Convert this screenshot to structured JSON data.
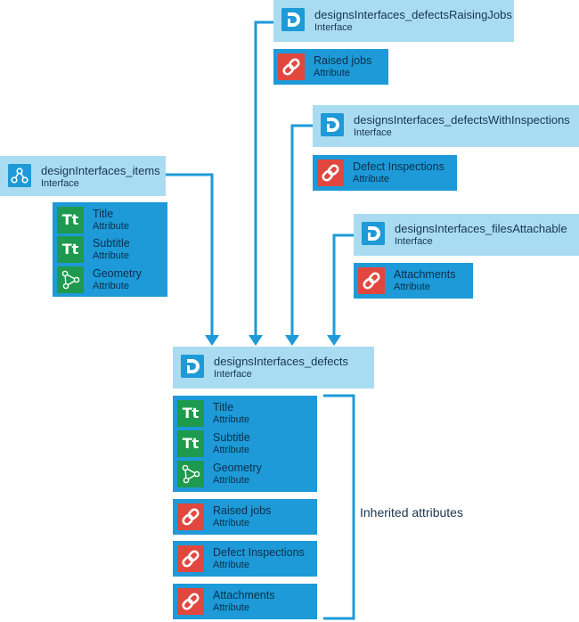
{
  "colors": {
    "interface_bg": "#a9dcf1",
    "attributes_bg": "#1d9ad7",
    "connector": "#1d9ad7",
    "text_attribute_icon": "#1e9a4e",
    "link_attribute_icon": "#e2473f"
  },
  "interfaces": {
    "items": {
      "name": "designInterfaces_items",
      "kind": "Interface",
      "icon": "node-graph-icon",
      "attributes": [
        {
          "label": "Title",
          "type": "Attribute",
          "icon": "tt-text-icon"
        },
        {
          "label": "Subtitle",
          "type": "Attribute",
          "icon": "tt-text-icon"
        },
        {
          "label": "Geometry",
          "type": "Attribute",
          "icon": "geometry-icon"
        }
      ]
    },
    "raising_jobs": {
      "name": "designsInterfaces_defectsRaisingJobs",
      "kind": "Interface",
      "icon": "design-interface-icon",
      "attributes": [
        {
          "label": "Raised jobs",
          "type": "Attribute",
          "icon": "link-icon"
        }
      ]
    },
    "with_inspections": {
      "name": "designsInterfaces_defectsWithInspections",
      "kind": "Interface",
      "icon": "design-interface-icon",
      "attributes": [
        {
          "label": "Defect Inspections",
          "type": "Attribute",
          "icon": "link-icon"
        }
      ]
    },
    "files_attachable": {
      "name": "designsInterfaces_filesAttachable",
      "kind": "Interface",
      "icon": "design-interface-icon",
      "attributes": [
        {
          "label": "Attachments",
          "type": "Attribute",
          "icon": "link-icon"
        }
      ]
    },
    "defects": {
      "name": "designsInterfaces_defects",
      "kind": "Interface",
      "icon": "design-interface-icon",
      "groups": [
        [
          {
            "label": "Title",
            "type": "Attribute",
            "icon": "tt-text-icon"
          },
          {
            "label": "Subtitle",
            "type": "Attribute",
            "icon": "tt-text-icon"
          },
          {
            "label": "Geometry",
            "type": "Attribute",
            "icon": "geometry-icon"
          }
        ],
        [
          {
            "label": "Raised jobs",
            "type": "Attribute",
            "icon": "link-icon"
          }
        ],
        [
          {
            "label": "Defect Inspections",
            "type": "Attribute",
            "icon": "link-icon"
          }
        ],
        [
          {
            "label": "Attachments",
            "type": "Attribute",
            "icon": "link-icon"
          }
        ]
      ]
    }
  },
  "inherited_label": "Inherited attributes"
}
